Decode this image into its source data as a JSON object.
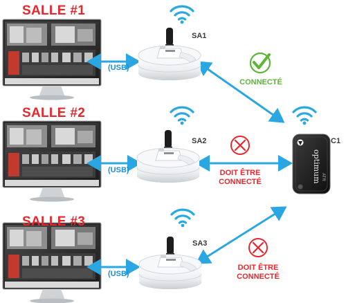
{
  "rooms": [
    {
      "title": "SALLE #1",
      "usb_label": "(USB)",
      "ap_label": "SA1"
    },
    {
      "title": "SALLE #2",
      "usb_label": "(USB)",
      "ap_label": "SA2"
    },
    {
      "title": "SALLE #3",
      "usb_label": "(USB)",
      "ap_label": "SA3"
    }
  ],
  "sensor": {
    "label": "C1",
    "brand_text": "optimum",
    "brand_sub": "ATR"
  },
  "statuses": {
    "connected": "CONNECTÉ",
    "must_connect_line1": "DOIT ÊTRE",
    "must_connect_line2": "CONNECTÉ"
  },
  "colors": {
    "arrow": "#2aa7e2",
    "title": "#e8262b",
    "ok": "#5cb637",
    "bad": "#e8262b",
    "wifi": "#29a9e1"
  },
  "icons": [
    "monitor-icon",
    "wifi-icon",
    "access-point-icon",
    "check-icon",
    "cross-icon",
    "sensor-icon"
  ]
}
